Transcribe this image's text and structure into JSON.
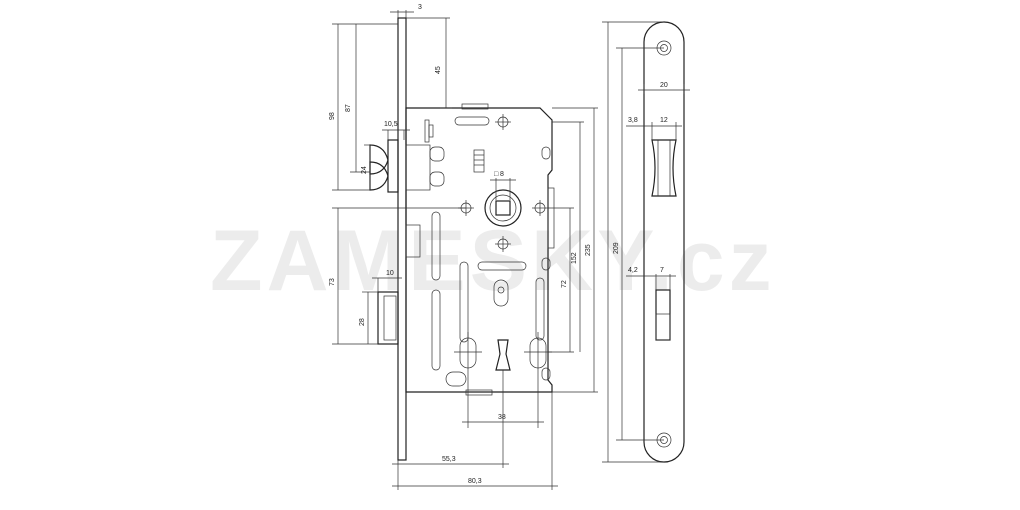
{
  "watermark": "ZAMESKY.cz",
  "dimensions": {
    "d3": "3",
    "d45": "45",
    "d98": "98",
    "d87": "87",
    "d10_5": "10,5",
    "d24": "24",
    "d8": "8",
    "d73": "73",
    "d10": "10",
    "d28": "28",
    "d72": "72",
    "d152": "152",
    "d235": "235",
    "d38": "38",
    "d55_3": "55,3",
    "d80_3": "80,3",
    "d20": "20",
    "d3_8": "3,8",
    "d12": "12",
    "d209": "209",
    "d4_2": "4,2",
    "d7": "7"
  },
  "square_symbol": "□"
}
